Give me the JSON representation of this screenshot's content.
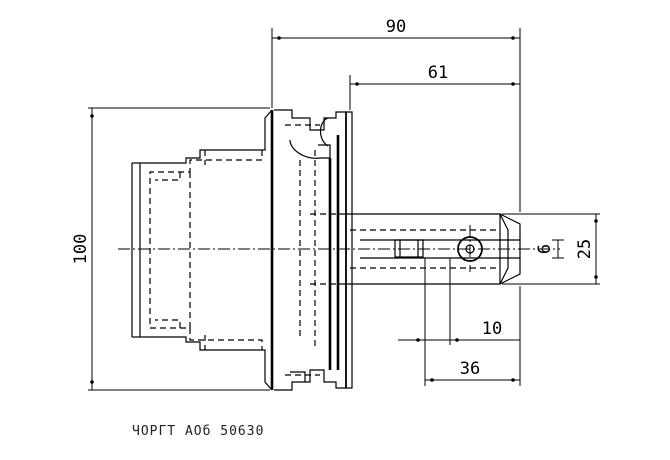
{
  "dimensions": {
    "overall_length": "90",
    "flange_to_end": "61",
    "body_diameter": "100",
    "shank_diameter": "25",
    "bore": "6",
    "screw_offset": "10",
    "screw_to_end": "36"
  },
  "caption": "ЧОРГТ АОб 50630"
}
